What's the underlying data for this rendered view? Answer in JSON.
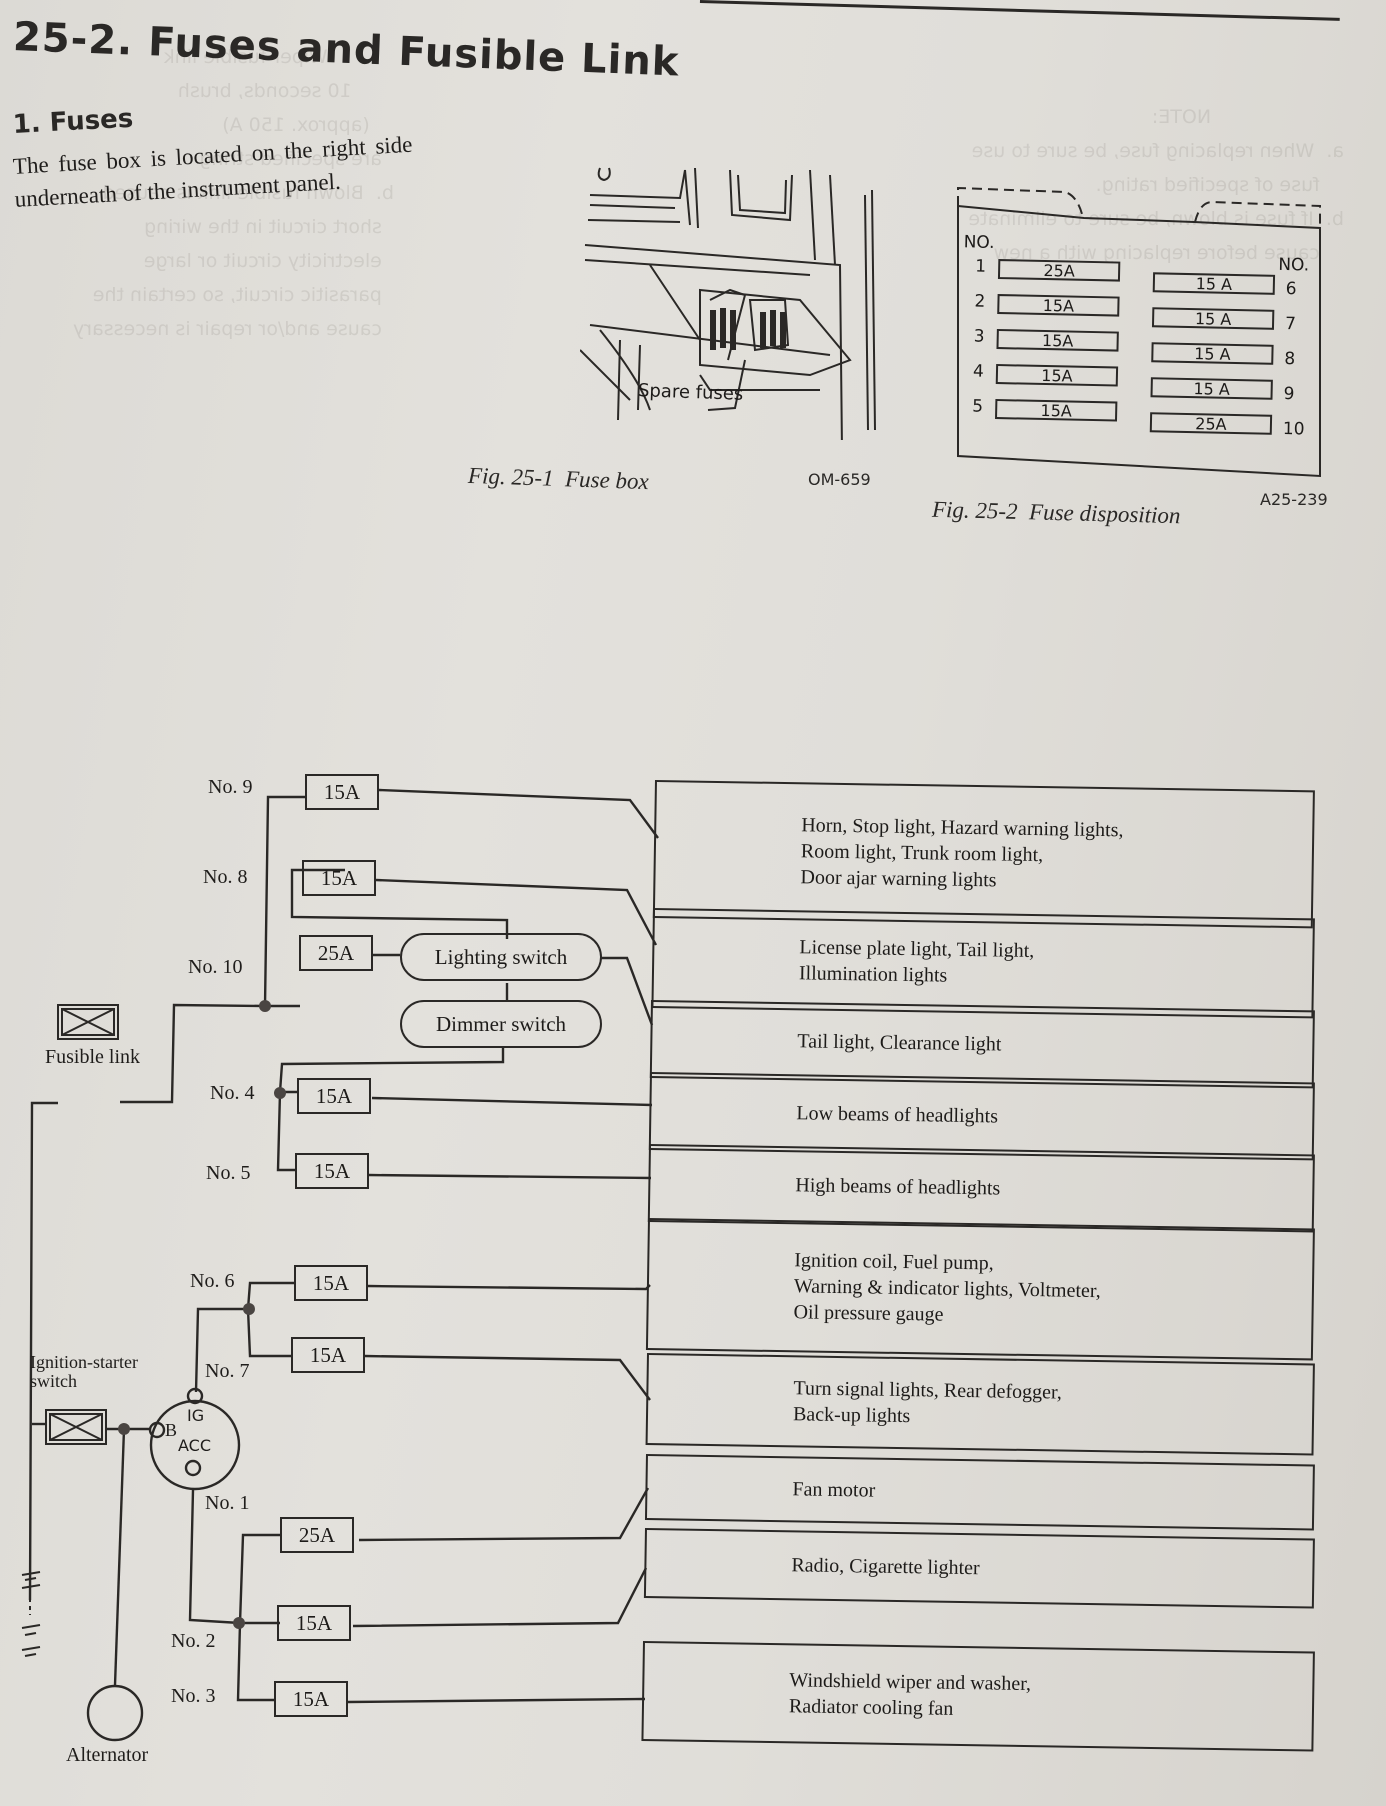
{
  "page": {
    "heading": "25-2. Fuses and Fusible Link",
    "subheading": "1. Fuses",
    "paragraph": "The fuse box is located on the right side underneath of the instrument panel."
  },
  "figures": {
    "fuse_box": {
      "caption": "Fig. 25-1  Fuse box",
      "code": "OM-659",
      "callout": "Spare fuses"
    },
    "fuse_disposition": {
      "caption": "Fig. 25-2  Fuse disposition",
      "code": "A25-239",
      "left_header": "NO.",
      "right_header": "NO.",
      "left_slots": [
        {
          "no": "1",
          "rating": "25A"
        },
        {
          "no": "2",
          "rating": "15A"
        },
        {
          "no": "3",
          "rating": "15A"
        },
        {
          "no": "4",
          "rating": "15A"
        },
        {
          "no": "5",
          "rating": "15A"
        }
      ],
      "right_slots": [
        {
          "no": "6",
          "rating": "15 A"
        },
        {
          "no": "7",
          "rating": "15 A"
        },
        {
          "no": "8",
          "rating": "15 A"
        },
        {
          "no": "9",
          "rating": "15 A"
        },
        {
          "no": "10",
          "rating": "25A"
        }
      ]
    }
  },
  "circuit": {
    "fuses": [
      {
        "label": "No. 9",
        "rating": "15A"
      },
      {
        "label": "No. 8",
        "rating": "15A"
      },
      {
        "label": "No. 10",
        "rating": "25A"
      },
      {
        "label": "No. 4",
        "rating": "15A"
      },
      {
        "label": "No. 5",
        "rating": "15A"
      },
      {
        "label": "No. 6",
        "rating": "15A"
      },
      {
        "label": "No. 7",
        "rating": "15A"
      },
      {
        "label": "No. 1",
        "rating": "25A"
      },
      {
        "label": "No. 2",
        "rating": "15A"
      },
      {
        "label": "No. 3",
        "rating": "15A"
      }
    ],
    "switches": {
      "lighting": "Lighting switch",
      "dimmer": "Dimmer switch"
    },
    "components": {
      "fusible_link": "Fusible link",
      "ignition_switch": "Ignition-starter switch",
      "ignition_line1": "Ignition-starter",
      "ignition_line2": "switch",
      "alternator": "Alternator",
      "terminal_b": "B",
      "terminal_ig": "IG",
      "terminal_acc": "ACC"
    },
    "loads": [
      {
        "lines": [
          "Horn, Stop light, Hazard warning lights,",
          "Room light, Trunk room light,",
          "Door ajar warning lights"
        ]
      },
      {
        "lines": [
          "License plate light, Tail light,",
          "Illumination lights"
        ]
      },
      {
        "lines": [
          "Tail light, Clearance light"
        ]
      },
      {
        "lines": [
          "Low beams of headlights"
        ]
      },
      {
        "lines": [
          "High beams of headlights"
        ]
      },
      {
        "lines": [
          "Ignition coil, Fuel pump,",
          "Warning & indicator lights, Voltmeter,",
          "Oil pressure gauge"
        ]
      },
      {
        "lines": [
          "Turn signal lights, Rear defogger,",
          "Back-up lights"
        ]
      },
      {
        "lines": [
          "Fan motor"
        ]
      },
      {
        "lines": [
          "Radio, Cigarette lighter"
        ]
      },
      {
        "lines": [
          "Windshield wiper and washer,",
          "Radiator cooling fan"
        ]
      }
    ]
  }
}
